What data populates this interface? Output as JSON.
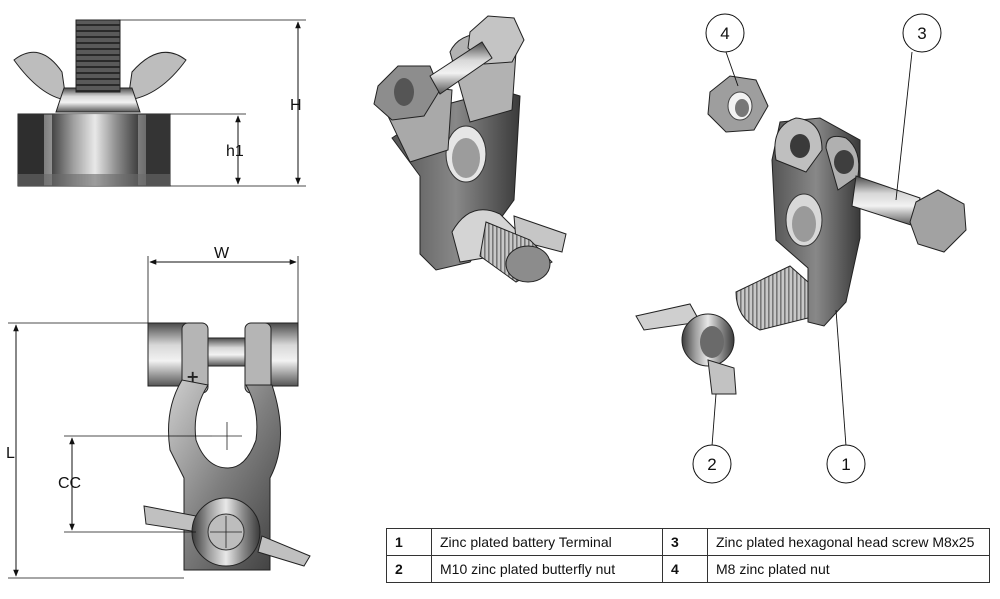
{
  "dimensions": {
    "height": "H",
    "nut_height": "h1",
    "width": "W",
    "length": "L",
    "center_distance": "CC"
  },
  "polarity_mark": "+",
  "balloons": [
    "1",
    "2",
    "3",
    "4"
  ],
  "parts_table": [
    {
      "num": "1",
      "desc": "Zinc plated battery Terminal"
    },
    {
      "num": "2",
      "desc": "M10 zinc plated butterfly  nut"
    },
    {
      "num": "3",
      "desc": "Zinc plated hexagonal head screw M8x25"
    },
    {
      "num": "4",
      "desc": "M8 zinc plated nut"
    }
  ],
  "colors": {
    "metal_light": "#d9d9d9",
    "metal_mid": "#9a9a9a",
    "metal_dark": "#4a4a4a",
    "line": "#111111"
  }
}
